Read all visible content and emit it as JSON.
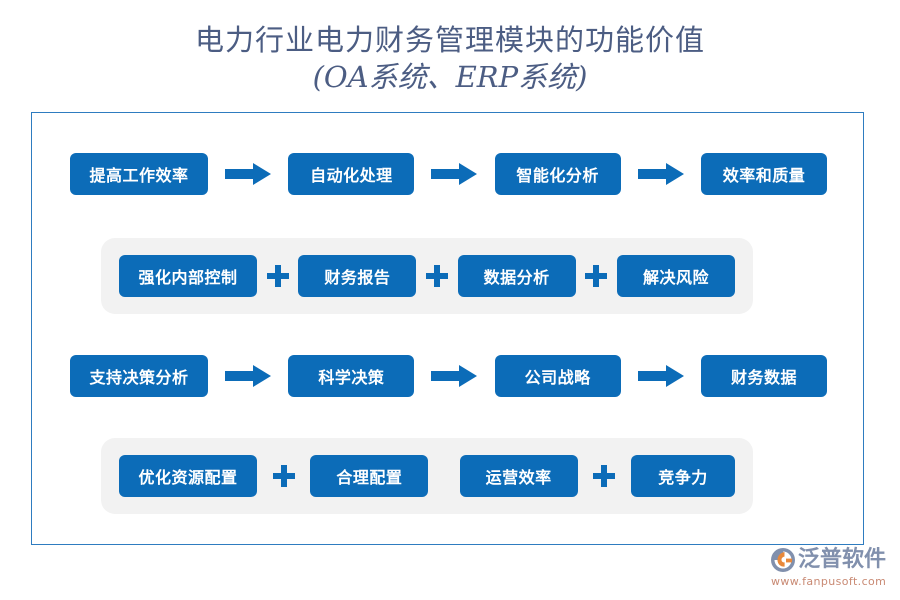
{
  "title": {
    "line1": "电力行业电力财务管理模块的功能价值",
    "line2": "(OA系统、ERP系统)"
  },
  "colors": {
    "node_blue": "#0c6cb8",
    "band_gray": "#f2f2f2",
    "frame_border": "#2e7cc0",
    "title_text": "#4c5d83",
    "logo_text": "#8190ad",
    "logo_url": "#c98a74",
    "logo_mark_orange": "#e8883a"
  },
  "rows": [
    {
      "id": "row-efficiency",
      "connector": "arrow",
      "band": false,
      "nodes": [
        {
          "label": "提高工作效率"
        },
        {
          "label": "自动化处理"
        },
        {
          "label": "智能化分析"
        },
        {
          "label": "效率和质量"
        }
      ]
    },
    {
      "id": "row-internal-control",
      "connector": "plus",
      "band": true,
      "nodes": [
        {
          "label": "强化内部控制"
        },
        {
          "label": "财务报告"
        },
        {
          "label": "数据分析"
        },
        {
          "label": "解决风险"
        }
      ]
    },
    {
      "id": "row-decision-support",
      "connector": "arrow",
      "band": false,
      "nodes": [
        {
          "label": "支持决策分析"
        },
        {
          "label": "科学决策"
        },
        {
          "label": "公司战略"
        },
        {
          "label": "财务数据"
        }
      ]
    },
    {
      "id": "row-resource-allocation",
      "connector": "plus",
      "band": true,
      "nodes": [
        {
          "label": "优化资源配置"
        },
        {
          "label": "合理配置"
        },
        {
          "label": "运营效率"
        },
        {
          "label": "竞争力"
        }
      ]
    }
  ],
  "logo": {
    "name": "泛普软件",
    "url": "www.fanpusoft.com"
  }
}
